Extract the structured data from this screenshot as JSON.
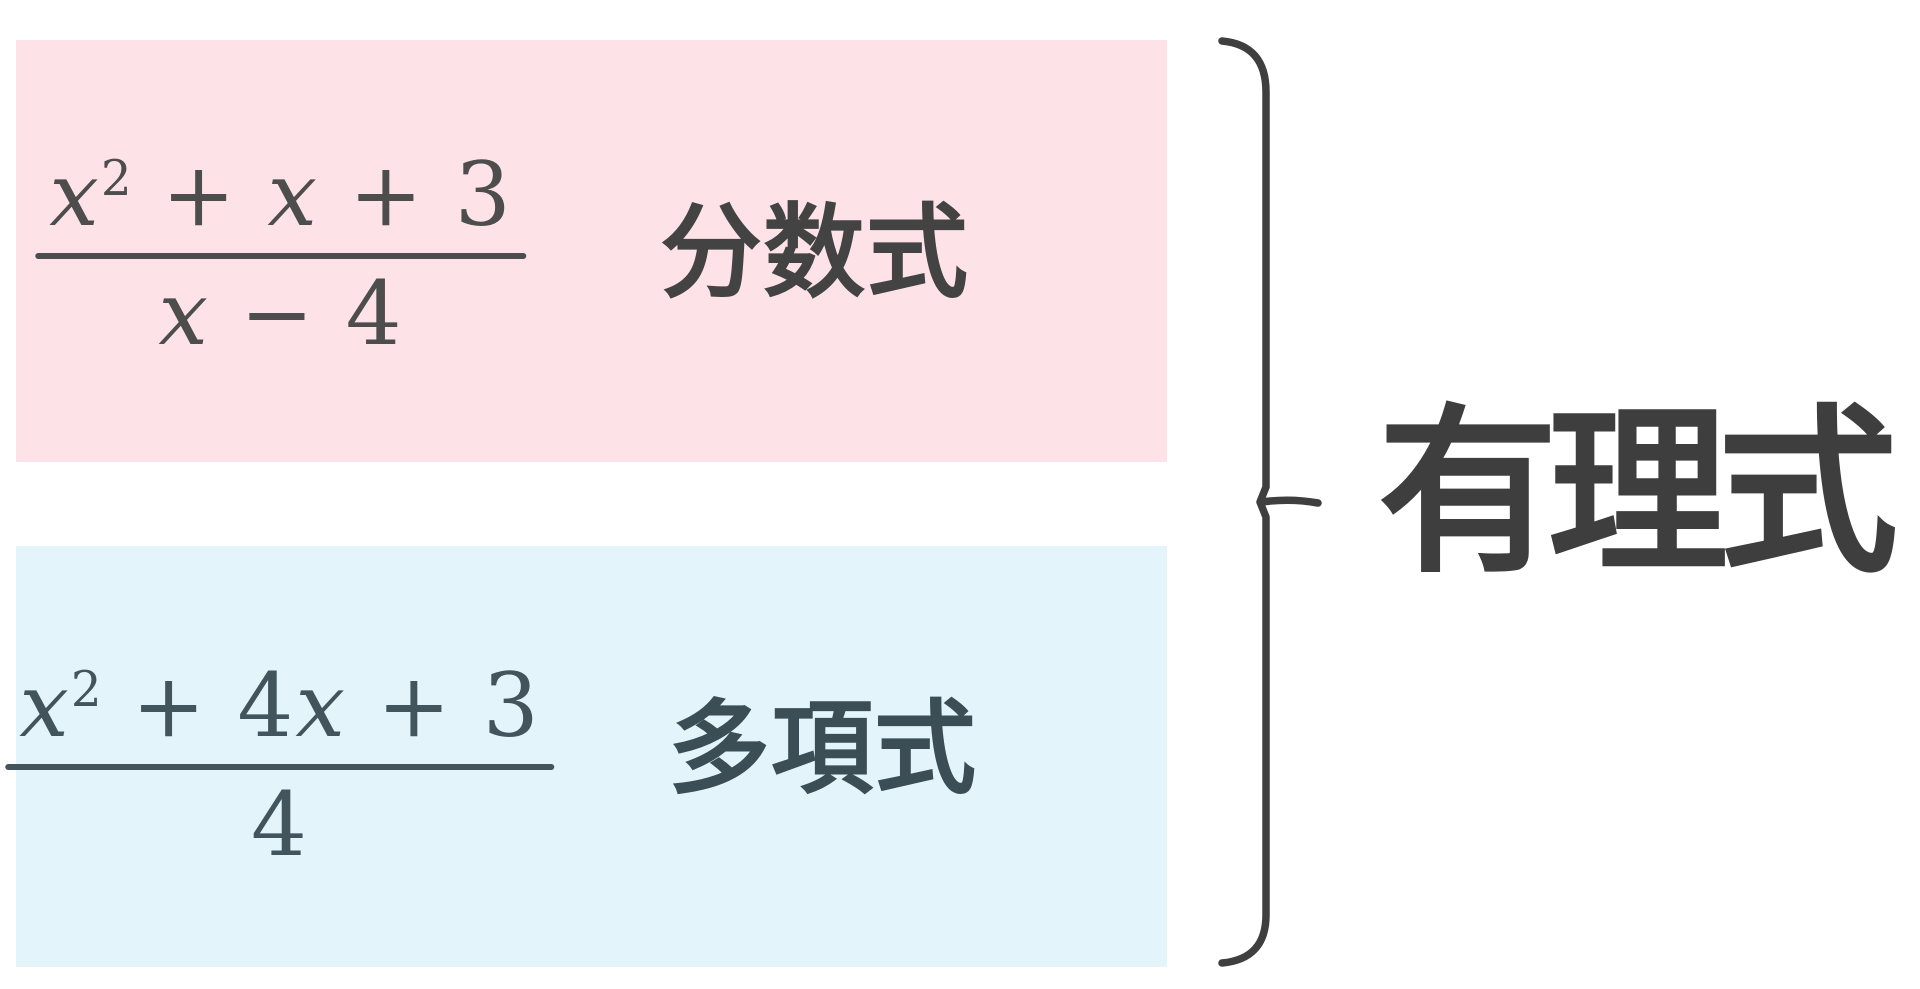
{
  "canvas": {
    "background": "#ffffff"
  },
  "boxes": [
    {
      "label": "分数式",
      "label_color": "#434343",
      "bg_color": "#fde3e8",
      "formula_color": "#4d4d4d",
      "formula": {
        "num": [
          "x",
          "2",
          " + ",
          "x",
          " + 3"
        ],
        "den": {
          "v": "x",
          "r": " − 4"
        }
      }
    },
    {
      "label": "多項式",
      "label_color": "#3b4e55",
      "bg_color": "#e3f4fb",
      "formula_color": "#42545c",
      "formula": {
        "num": [
          "x",
          "2",
          " + 4",
          "x",
          " + 3"
        ],
        "den": {
          "v": "",
          "r": "4"
        }
      }
    }
  ],
  "group": {
    "label": "有理式",
    "label_color": "#3e3e3e",
    "brace_color": "#3f3f3f"
  }
}
